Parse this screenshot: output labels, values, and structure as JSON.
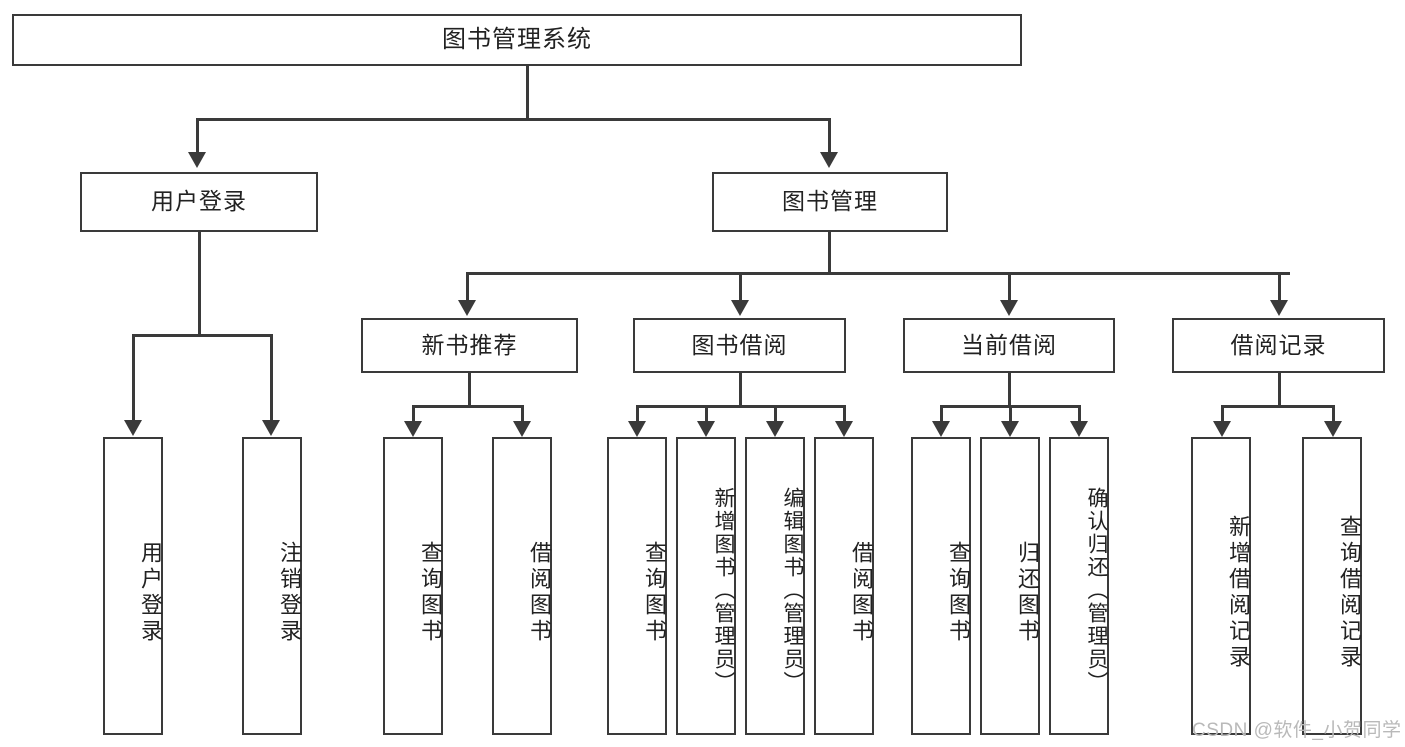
{
  "diagram": {
    "type": "tree-hierarchy-chart",
    "title": "图书管理系统",
    "root": {
      "label": "图书管理系统"
    },
    "level2": [
      {
        "id": "user-login",
        "label": "用户登录"
      },
      {
        "id": "book-management",
        "label": "图书管理"
      }
    ],
    "level3": [
      {
        "id": "new-book-recommend",
        "label": "新书推荐",
        "parent": "book-management"
      },
      {
        "id": "book-borrow",
        "label": "图书借阅",
        "parent": "book-management"
      },
      {
        "id": "current-borrow",
        "label": "当前借阅",
        "parent": "book-management"
      },
      {
        "id": "borrow-record",
        "label": "借阅记录",
        "parent": "book-management"
      }
    ],
    "leaves": {
      "user_login": [
        {
          "id": "leaf-user-login",
          "label": "用户登录"
        },
        {
          "id": "leaf-user-logout",
          "label": "注销登录"
        }
      ],
      "new_book_recommend": [
        {
          "id": "leaf-query-book-1",
          "label": "查询图书"
        },
        {
          "id": "leaf-borrow-book-1",
          "label": "借阅图书"
        }
      ],
      "book_borrow": [
        {
          "id": "leaf-query-book-2",
          "label": "查询图书"
        },
        {
          "id": "leaf-add-book",
          "label": "新增图书（管理员）"
        },
        {
          "id": "leaf-edit-book",
          "label": "编辑图书（管理员）"
        },
        {
          "id": "leaf-borrow-book-2",
          "label": "借阅图书"
        }
      ],
      "current_borrow": [
        {
          "id": "leaf-query-book-3",
          "label": "查询图书"
        },
        {
          "id": "leaf-return-book",
          "label": "归还图书"
        },
        {
          "id": "leaf-confirm-return",
          "label": "确认归还（管理员）"
        }
      ],
      "borrow_record": [
        {
          "id": "leaf-add-record",
          "label": "新增借阅记录"
        },
        {
          "id": "leaf-query-record",
          "label": "查询借阅记录"
        }
      ]
    },
    "colors": {
      "border": "#3a3a3a",
      "background": "#ffffff",
      "text": "#222222",
      "watermark": "#b9b9b9"
    }
  },
  "watermark": {
    "text": "CSDN @软件_小贺同学"
  }
}
